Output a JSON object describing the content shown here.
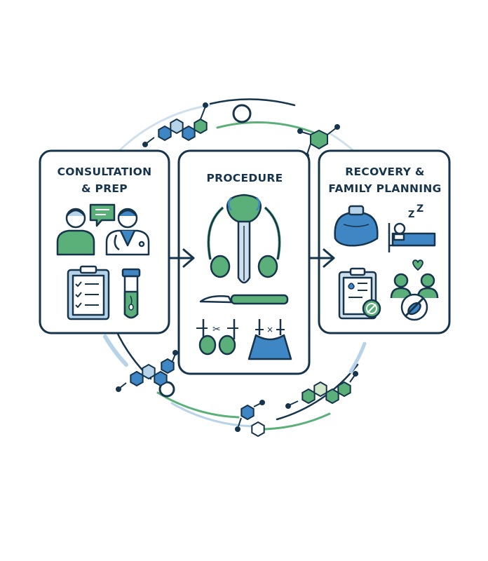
{
  "panels": [
    {
      "title": "CONSULTATION\n& PREP"
    },
    {
      "title": "PROCEDURE"
    },
    {
      "title": "RECOVERY &\nFAMILY PLANNING"
    }
  ],
  "colors": {
    "navy": "#16344c",
    "green": "#5bb07a",
    "blue": "#3f86c4",
    "light_blue": "#b7d3ea",
    "light_green": "#cfe6c8"
  },
  "icons": [
    "patient-icon",
    "chat-bubble-icon",
    "doctor-icon",
    "clipboard-checklist-icon",
    "sperm-sample-tube-icon",
    "reproductive-anatomy-icon",
    "scalpel-icon",
    "vas-cut-icon",
    "vas-tied-icon",
    "ice-pack-icon",
    "resting-bed-icon",
    "sleep-zzz-icon",
    "clipboard-no-sperm-icon",
    "family-icon",
    "no-pregnancy-icon",
    "flow-arrow-icon",
    "molecule-icon"
  ]
}
